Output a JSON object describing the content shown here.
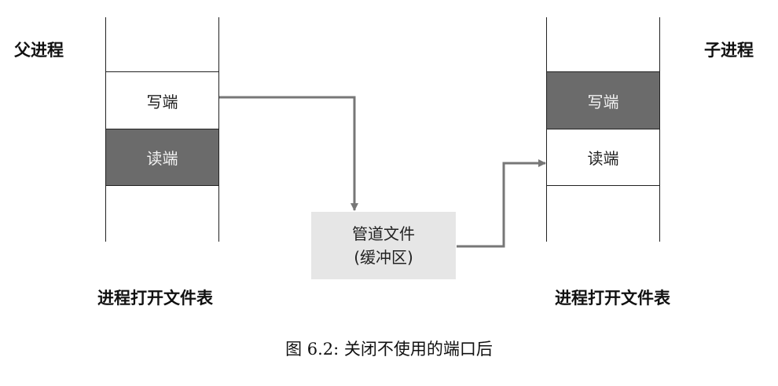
{
  "parent": {
    "title": "父进程",
    "table_label": "进程打开文件表",
    "write_end": {
      "label": "写端",
      "state": "open"
    },
    "read_end": {
      "label": "读端",
      "state": "closed"
    }
  },
  "child": {
    "title": "子进程",
    "table_label": "进程打开文件表",
    "write_end": {
      "label": "写端",
      "state": "closed"
    },
    "read_end": {
      "label": "读端",
      "state": "open"
    }
  },
  "pipe": {
    "line1": "管道文件",
    "line2": "(缓冲区)"
  },
  "caption": "图 6.2: 关闭不使用的端口后",
  "colors": {
    "closed_fill": "#6b6b6b",
    "pipe_fill": "#e6e6e6",
    "arrow": "#777777"
  }
}
